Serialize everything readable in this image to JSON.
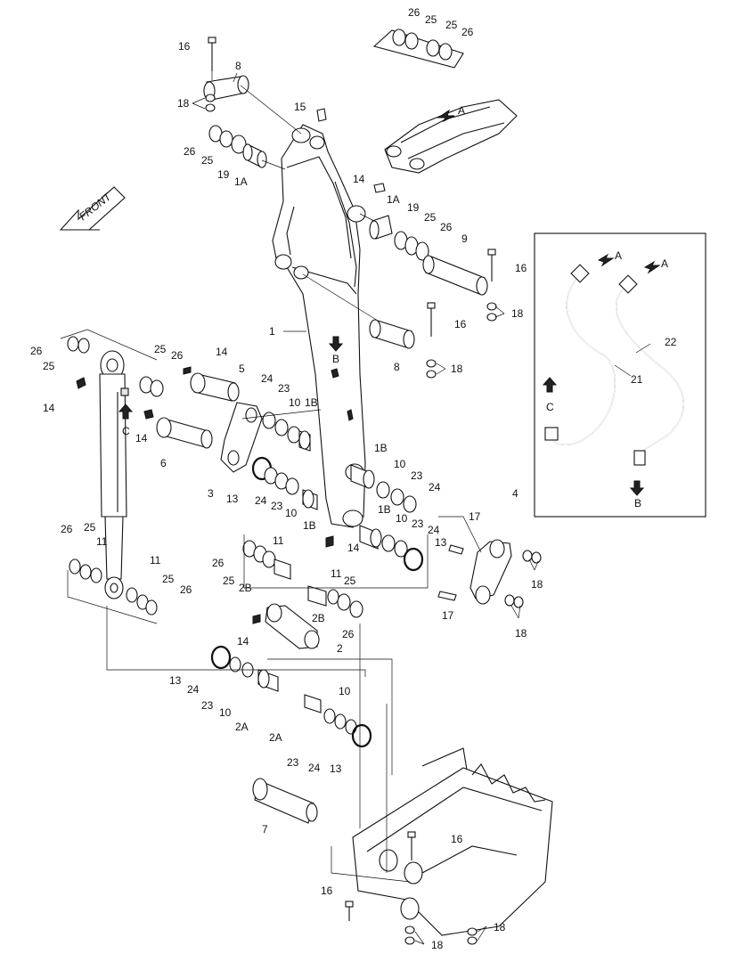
{
  "front_label": "FRONT",
  "detail_labels": {
    "a_top": "A",
    "a_right1": "A",
    "a_right2": "A",
    "b_mid": "B",
    "b_right": "B",
    "c_left": "C",
    "c_right": "C"
  },
  "callouts": {
    "n16a": "16",
    "n8a": "8",
    "n18a": "18",
    "n26a": "26",
    "n25a": "25",
    "n19a": "19",
    "n1Aa": "1A",
    "n15": "15",
    "n14a": "14",
    "n1Ab": "1A",
    "n19b": "19",
    "n25b": "25",
    "n26b": "26",
    "n9": "9",
    "n16b": "16",
    "n18b": "18",
    "n1": "1",
    "n16c": "16",
    "n8b": "8",
    "n18c": "18",
    "n26c": "26",
    "n25c": "25",
    "n25d": "25",
    "n26d": "26",
    "n14b": "14",
    "n5": "5",
    "n14c": "14",
    "n14d": "14",
    "n6": "6",
    "n24a": "24",
    "n23a": "23",
    "n10a": "10",
    "n1Ba": "1B",
    "n3": "3",
    "n13a": "13",
    "n24b": "24",
    "n23b": "23",
    "n10b": "10",
    "n1Bb": "1B",
    "n1Bc": "1B",
    "n10c": "10",
    "n23c": "23",
    "n24c": "24",
    "n1Bd": "1B",
    "n10d": "10",
    "n23d": "23",
    "n24d": "24",
    "n13b": "13",
    "n14e": "14",
    "n17a": "17",
    "n4": "4",
    "n18d": "18",
    "n17b": "17",
    "n18e": "18",
    "n26e": "26",
    "n25e": "25",
    "n11a": "11",
    "n11b": "11",
    "n25f": "25",
    "n26f": "26",
    "n26g": "26",
    "n11c": "11",
    "n25g": "25",
    "n2Ba": "2B",
    "n11d": "11",
    "n25h": "25",
    "n2Bb": "2B",
    "n26h": "26",
    "n14f": "14",
    "n2": "2",
    "n13c": "13",
    "n24e": "24",
    "n23e": "23",
    "n10e": "10",
    "n2Aa": "2A",
    "n10f": "10",
    "n2Ab": "2A",
    "n23f": "23",
    "n24f": "24",
    "n13d": "13",
    "n7": "7",
    "n16d": "16",
    "n16e": "16",
    "n18f": "18",
    "n18g": "18",
    "n22": "22",
    "n21": "21",
    "n26top1": "26",
    "n25top1": "25",
    "n25top2": "25",
    "n26top2": "26"
  }
}
